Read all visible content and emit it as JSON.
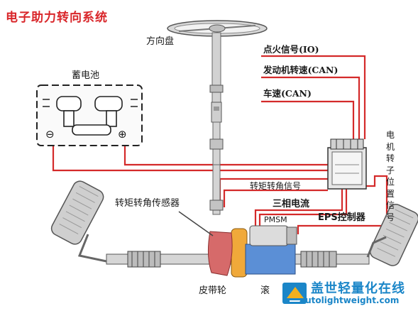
{
  "title": "电子助力转向系统",
  "labels": {
    "steering_wheel": "方向盘",
    "battery": "蓄电池",
    "ignition_signal": "点火信号(IO)",
    "engine_speed": "发动机转速(CAN)",
    "vehicle_speed": "车速(CAN)",
    "rotor_position": "电机转子位置信号",
    "torque_signal": "转矩转角信号",
    "three_phase": "三相电流",
    "pmsm": "PMSM",
    "eps_controller": "EPS控制器",
    "torque_sensor": "转矩转角传感器",
    "belt_wheel": "皮带轮",
    "ball_screw": "滚",
    "battery_minus": "⊖",
    "battery_plus": "⊕"
  },
  "watermark": {
    "brand": "盖世轻量化在线",
    "url": "autolightweight.com"
  },
  "colors": {
    "title": "#d9262a",
    "wire": "#d42a2a",
    "shaft": "#c9c9c9",
    "motor": "#5b8fd6",
    "sensor": "#d66a6a",
    "watermark": "#1b86c8"
  }
}
